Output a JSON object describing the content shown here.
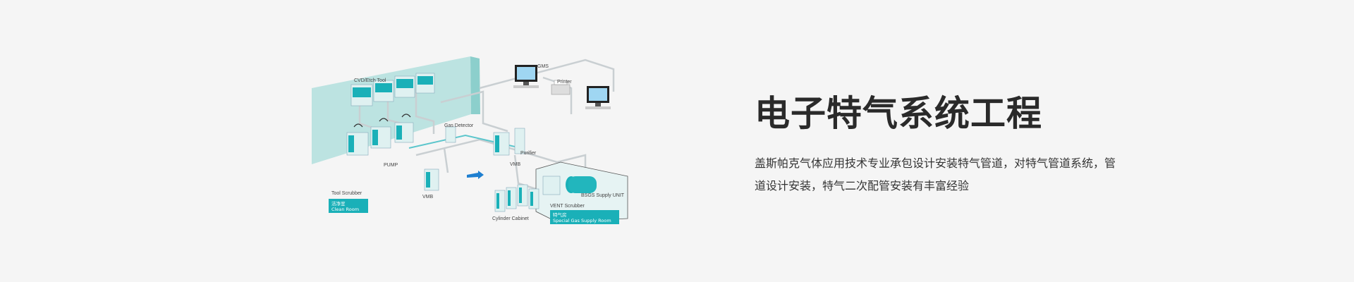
{
  "hero": {
    "title": "电子特气系统工程",
    "description": "盖斯帕克气体应用技术专业承包设计安装特气管道，对特气管道系统，管道设计安装，特气二次配管安装有丰富经验"
  },
  "diagram": {
    "labels": {
      "cvd_tool": "CVD/Etch Tool",
      "gms": "GMS",
      "printer": "Printer",
      "gas_detector": "Gas Detector",
      "purifier": "Purifier",
      "pump": "PUMP",
      "vmb_center": "VMB",
      "vmb_left": "VMB",
      "tool_scrubber": "Tool Scrubber",
      "bsgs": "BSGS Supply UNIT",
      "vent_scrubber": "VENT Scrubber",
      "cylinder_cabinet": "Cylinder Cabinet",
      "clean_room_cn": "洁净室",
      "clean_room_en": "Clean Room",
      "gas_room_cn": "特气房",
      "gas_room_en": "Special Gas Supply Room"
    },
    "colors": {
      "wall": "#a8dcd9",
      "accent": "#1ab0b8",
      "equipment": "#dff1f1",
      "pipe": "#c9cfd2"
    }
  }
}
